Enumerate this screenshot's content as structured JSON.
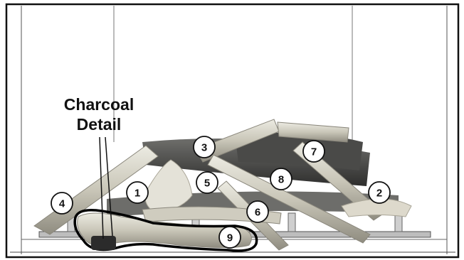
{
  "callout": {
    "line1": "Charcoal",
    "line2": "Detail"
  },
  "part_labels": [
    "1",
    "2",
    "3",
    "4",
    "5",
    "6",
    "7",
    "8",
    "9"
  ],
  "colors": {
    "frame": "#111111",
    "log_light": "#d9d6c9",
    "log_mid": "#a9a597",
    "log_dark": "#5a5a58",
    "charcoal": "#2b2b2b",
    "outline": "#000000"
  }
}
